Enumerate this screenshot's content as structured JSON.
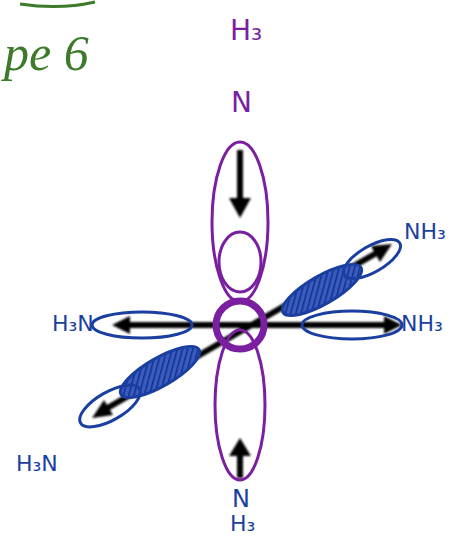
{
  "diagram": {
    "labels": [
      "pe 6",
      "H₃",
      "N",
      "NH₃",
      "NH₃",
      "H₃N",
      "H₃N",
      "N",
      "H₃"
    ]
  }
}
